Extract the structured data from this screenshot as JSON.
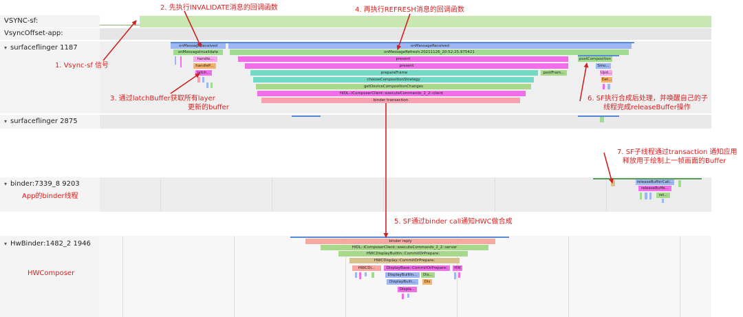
{
  "tracks": {
    "vsync_sf": "VSYNC-sf:",
    "vsync_offset_app": "VsyncOffset-app:",
    "sf_main": "surfaceflinger 1187",
    "sf_2875": "surfaceflinger 2875",
    "binder": "binder:7339_8 9203",
    "hwbinder": "HwBinder:1482_2 1946"
  },
  "expand_glyph": "▾",
  "slices": {
    "sf_left": [
      "onMessageReceived",
      "onMessageInvalidate",
      "handle...",
      "handleP...",
      "latch..."
    ],
    "sf_main": [
      "onMessageReceived",
      "onMessageRefresh:20211126_20:52:25.975421",
      "present",
      "present",
      "prepareFrame",
      "chooseCompositionStrategy",
      "getDeviceCompositionChanges",
      "HIDL::IComposerClient::executeCommands_2_2::client",
      "binder transaction"
    ],
    "sf_post": [
      "postFram...",
      "postComposition",
      "Smo...",
      "Upd...",
      "Det..."
    ],
    "binder": [
      "releaseBufferCall...",
      "releaseBuffe...",
      "rel..."
    ],
    "hw": [
      "binder reply",
      "HIDL::IComposerClient::executeCommands_2_2::server",
      "HWCDisplayBuiltIn::CommitOrPrepare:",
      "HWCDisplay::CommitOrPrepare:",
      "HWCDi...",
      "DisplayBase::CommitOrPrepare:",
      "HW",
      "DisplayBuiltIn...",
      "Dis...",
      "DisplayBuilt...",
      "Dis",
      "Displa..."
    ]
  },
  "annotations": {
    "a1": "1. Vsync-sf 信号",
    "a2": "2. 先执行INVALIDATE消息的回调函数",
    "a3_line1": "3. 通过latchBuffer获取所有layer",
    "a3_line2": "更新的buffer",
    "a4": "4. 再执行REFRESH消息的回调函数",
    "a5": "5. SF通过binder call通知HWC做合成",
    "a6_line1": "6. SF执行合成后处理，并唤醒自己的子",
    "a6_line2": "线程完成releaseBuffer操作",
    "a7_line1": "7. SF子线程通过transaction 通知应用",
    "a7_line2": "释放用于绘制上一帧画面的Buffer",
    "app_binder": "App的binder线程",
    "hwcomposer": "HWComposer"
  },
  "colors": {
    "vsync": "#c9e7b3",
    "annotation": "#d61f1f",
    "blue": "#9db7f5",
    "green": "#9fdc8f",
    "pink": "#f06ee8",
    "teal": "#72d9c4",
    "lime": "#a8d88a",
    "rose": "#f9a0b0",
    "salmon": "#f7a8a0",
    "tan": "#d9c28c"
  }
}
